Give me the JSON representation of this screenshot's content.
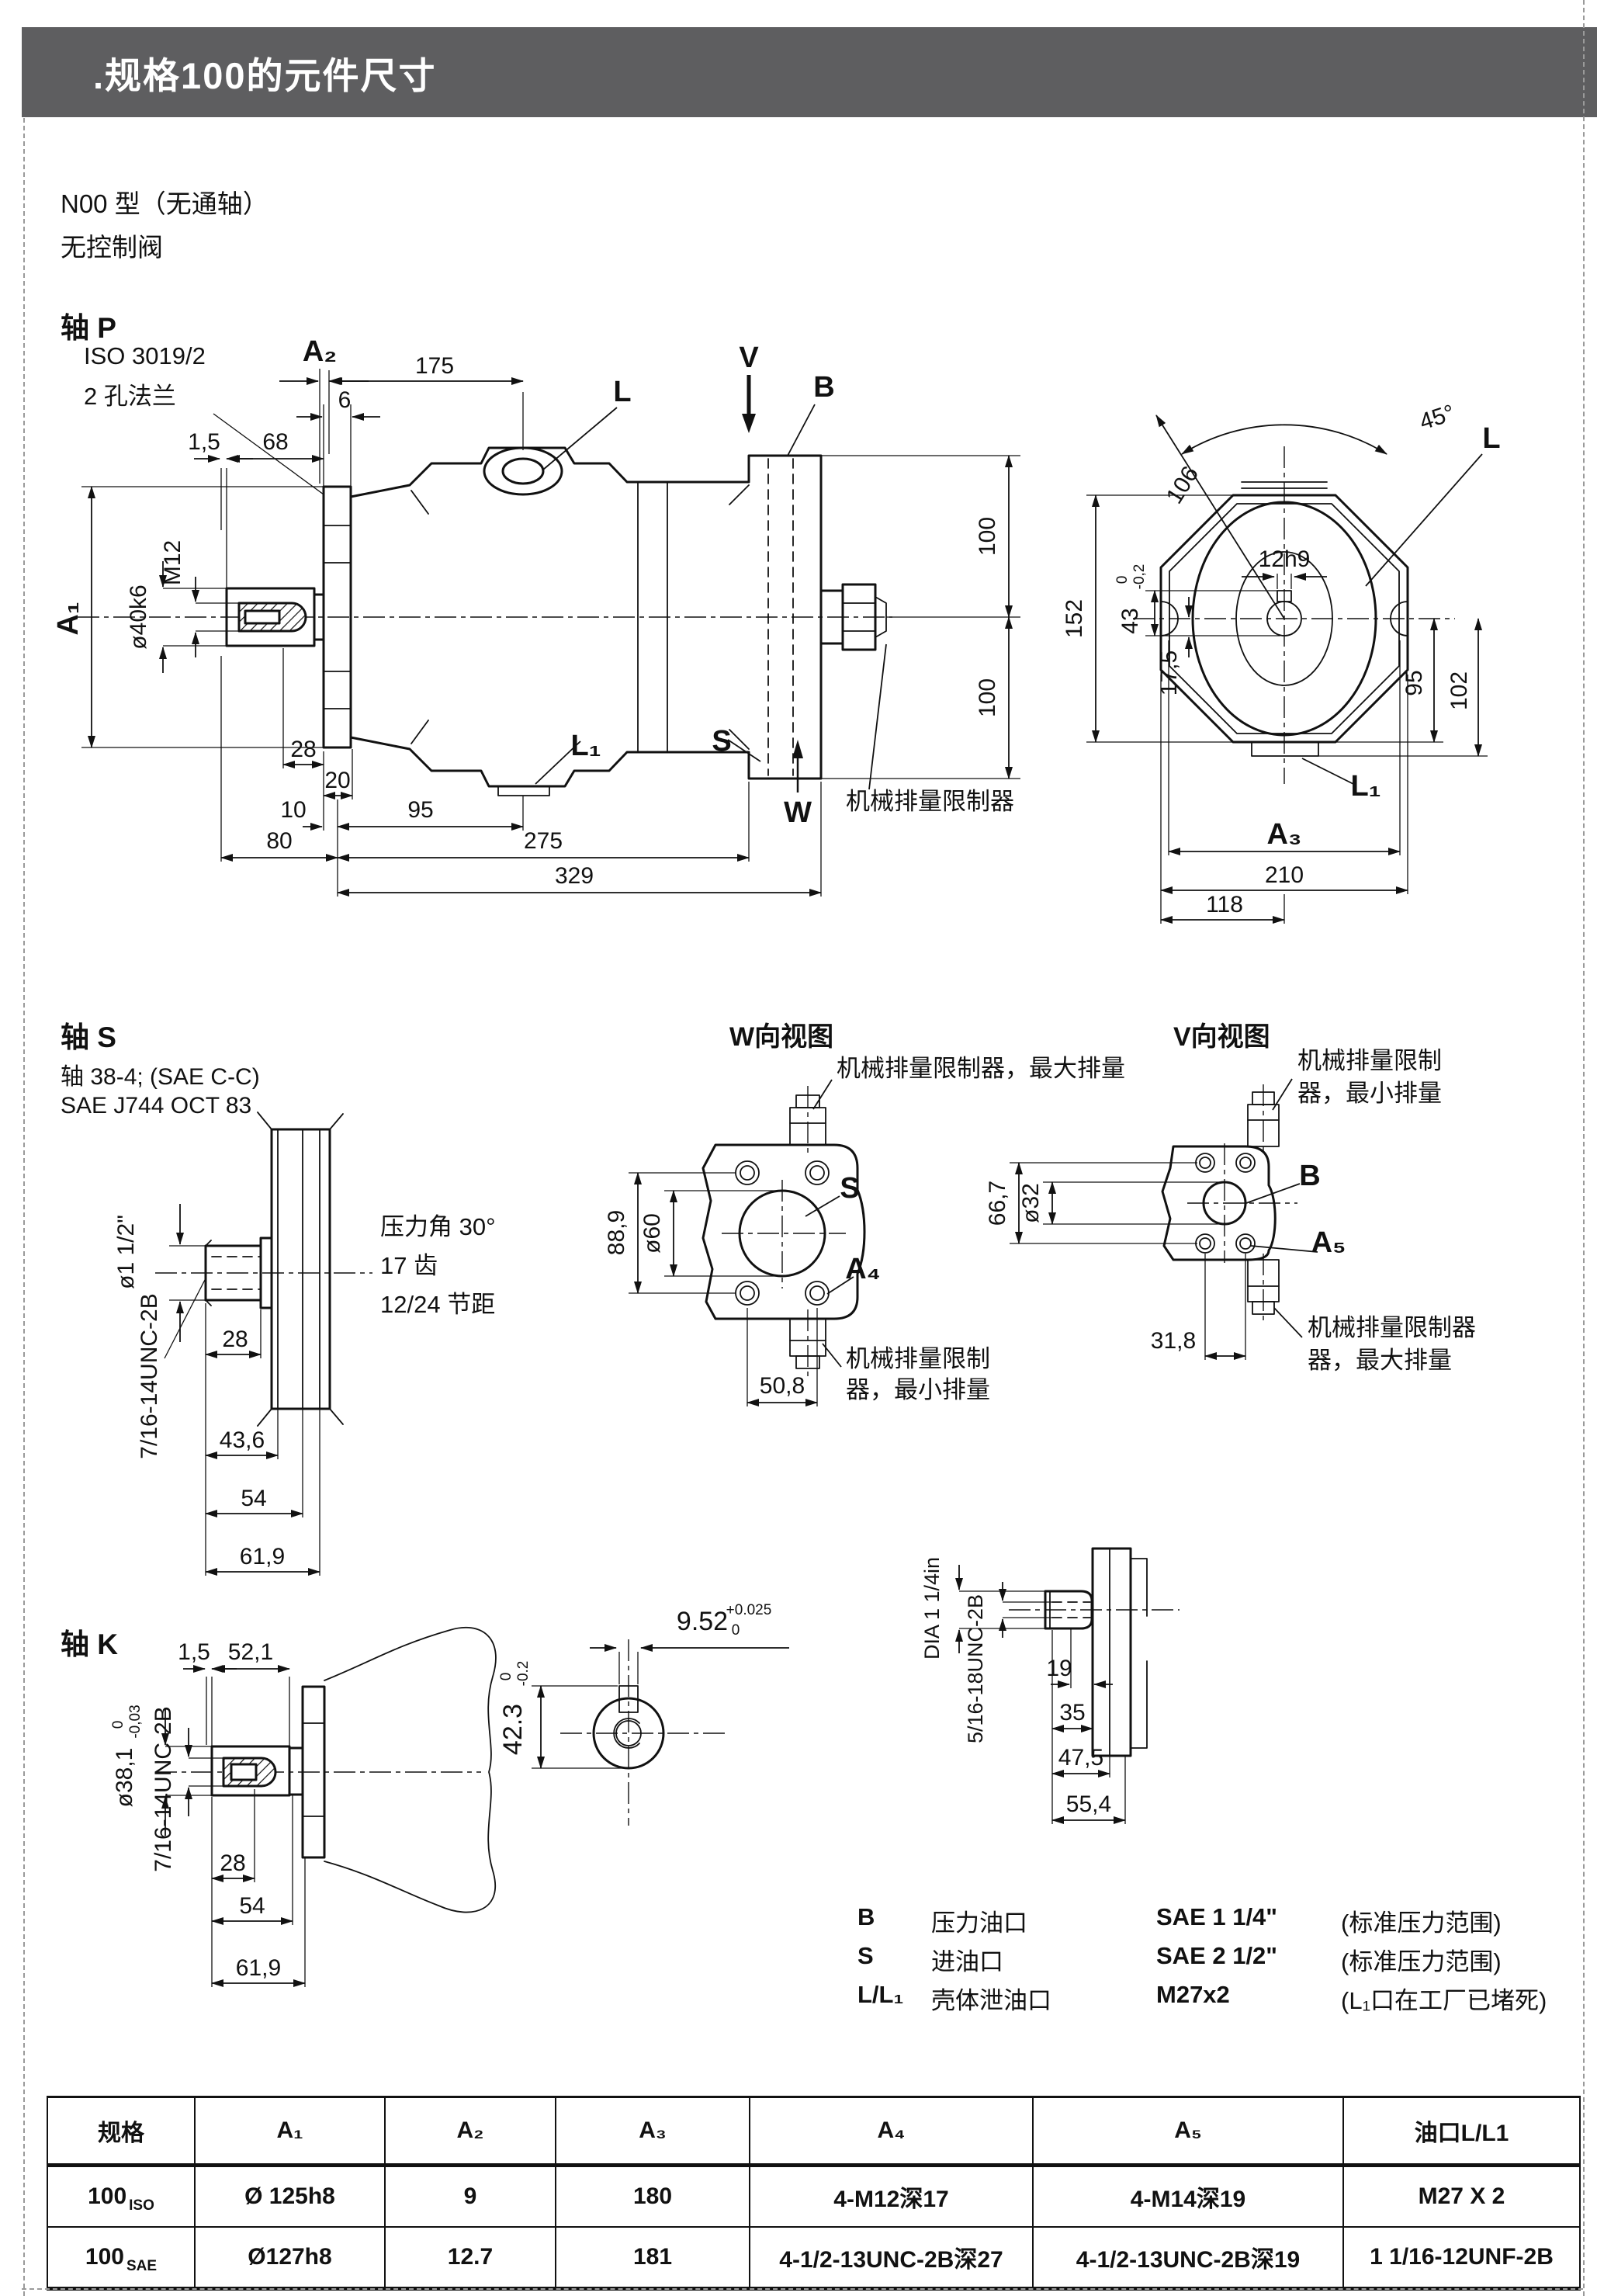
{
  "page": {
    "title": ".规格100的元件尺寸"
  },
  "intro": {
    "line1": "N00 型（无通轴）",
    "line2": "无控制阀"
  },
  "shaft_p": {
    "heading": "轴 P",
    "iso_line1": "ISO 3019/2",
    "iso_line2": "2 孔法兰",
    "limiter_note": "机械排量限制器",
    "side": {
      "a1": "A₁",
      "a2": "A₂",
      "d175": "175",
      "d6": "6",
      "d1_5": "1,5",
      "d68": "68",
      "d40": "ø40k6",
      "m12": "M12",
      "d28": "28",
      "d20": "20",
      "d10": "10",
      "d95": "95",
      "d80": "80",
      "d275": "275",
      "d329": "329",
      "d100_top": "100",
      "d100_bottom": "100",
      "l": "L",
      "v": "V",
      "b": "B",
      "l1": "L₁",
      "s": "S",
      "w": "W"
    },
    "front": {
      "d106": "106",
      "d45": "45°",
      "l": "L",
      "d12h9": "12h9",
      "d152": "152",
      "d43": "43",
      "d43_tol_top": "0",
      "d43_tol_bottom": "-0,2",
      "d17_5": "17,5",
      "d95": "95",
      "d102": "102",
      "l1": "L₁",
      "a3": "A₃",
      "d210": "210",
      "d118": "118"
    }
  },
  "shaft_s": {
    "heading": "轴 S",
    "sub1": "轴 38-4; (SAE C-C)",
    "sub2": "SAE J744 OCT 83",
    "note1": "压力角 30°",
    "note2": "17 齿",
    "note3": "12/24 节距",
    "d_dia": "ø1 1/2\"",
    "thread": "7/16-14UNC-2B",
    "d28": "28",
    "d43_6": "43,6",
    "d54": "54",
    "d61_9": "61,9"
  },
  "view_w": {
    "heading": "W向视图",
    "note_top": "机械排量限制器，最大排量",
    "note_bottom1": "机械排量限制",
    "note_bottom2": "器，最小排量",
    "s": "S",
    "a4": "A₄",
    "d88_9": "88,9",
    "d60": "ø60",
    "d50_8": "50,8"
  },
  "view_v": {
    "heading": "V向视图",
    "note_top1": "机械排量限制",
    "note_top2": "器，最小排量",
    "note_bottom1": "机械排量限制器",
    "note_bottom2": "器，最大排量",
    "b": "B",
    "a5": "A₅",
    "d66_7": "66,7",
    "d32": "ø32",
    "d31_8": "31,8"
  },
  "shaft_k": {
    "heading": "轴 K",
    "d1_5": "1,5",
    "d52_1": "52,1",
    "d38_1": "ø38,1",
    "d38_1_tol_top": "0",
    "d38_1_tol_bottom": "-0,03",
    "thread": "7/16-14UNC-2B",
    "d28": "28",
    "d54": "54",
    "d61_9": "61,9",
    "key": {
      "d9_52": "9.52",
      "tol_top": "+0.025",
      "tol_bottom": "0",
      "d42_3": "42.3",
      "tol2_top": "0",
      "tol2_bottom": "-0.2"
    },
    "rear": {
      "dia": "DIA 1 1/4in",
      "thread": "5/16-18UNC-2B",
      "d19": "19",
      "d35": "35",
      "d47_5": "47,5",
      "d55_4": "55,4"
    }
  },
  "ports": {
    "rows": [
      {
        "code": "B",
        "name": "压力油口",
        "size": "SAE 1 1/4\"",
        "note": "(标准压力范围)"
      },
      {
        "code": "S",
        "name": "进油口",
        "size": "SAE 2 1/2\"",
        "note": "(标准压力范围)"
      },
      {
        "code": "L/L₁",
        "name": "壳体泄油口",
        "size": "M27x2",
        "note": "(L₁口在工厂已堵死)"
      }
    ]
  },
  "spec_table": {
    "headers": [
      "规格",
      "A₁",
      "A₂",
      "A₃",
      "A₄",
      "A₅",
      "油口L/L1"
    ],
    "rows": [
      {
        "spec": "100",
        "spec_sub": "ISO",
        "cells": [
          "Ø 125h8",
          "9",
          "180",
          "4-M12深17",
          "4-M14深19",
          "M27 X 2"
        ]
      },
      {
        "spec": "100",
        "spec_sub": "SAE",
        "cells": [
          "Ø127h8",
          "12.7",
          "181",
          "4-1/2-13UNC-2B深27",
          "4-1/2-13UNC-2B深19",
          "1 1/16-12UNF-2B"
        ]
      }
    ]
  }
}
